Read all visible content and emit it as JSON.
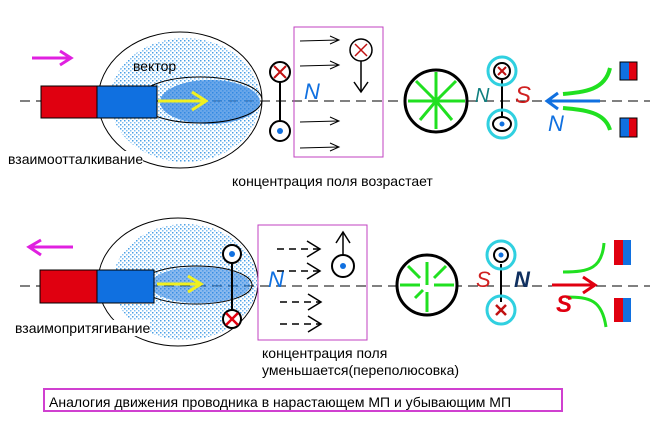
{
  "top": {
    "vector_label": "вектор",
    "interaction_label": "взаимоотталкивание",
    "field_label": "концентрация поля возрастает",
    "pole_box": "N",
    "pole_ring_left": "N",
    "pole_ring_right": "S",
    "pole_magnet": "N"
  },
  "bottom": {
    "interaction_label": "взаимопритягивание",
    "field_label_line1": "концентрация поля",
    "field_label_line2": "уменьшается(переполюсовка)",
    "pole_box": "N",
    "pole_ring_left": "S",
    "pole_ring_right": "N",
    "pole_magnet": "S"
  },
  "caption": "Аналогия движения проводника в нарастающем МП и убывающим МП",
  "colors": {
    "red": "#e00010",
    "blue": "#1070e0",
    "magenta": "#e020e0",
    "green": "#20e020",
    "cyan": "#30d0e0",
    "yellow": "#f0f020",
    "box": "#c040c0"
  }
}
